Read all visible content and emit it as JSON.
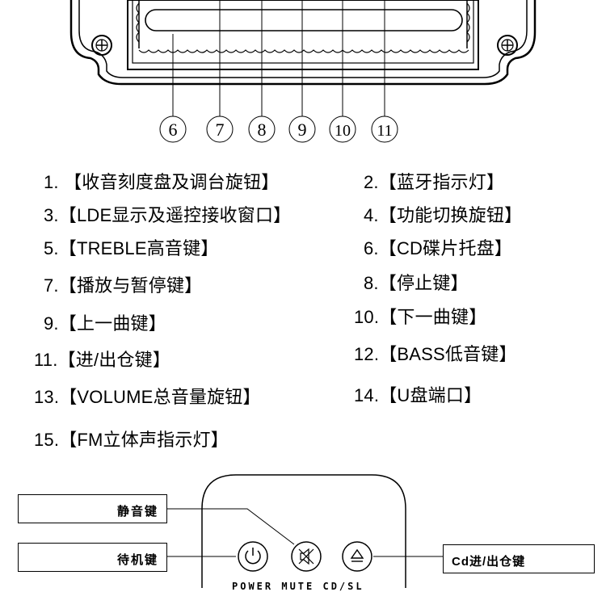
{
  "callout_numbers": [
    "6",
    "7",
    "8",
    "9",
    "10",
    "11"
  ],
  "legend": {
    "left": [
      {
        "num": "1.",
        "text": "【收音刻度盘及调台旋钮】"
      },
      {
        "num": "3.",
        "text": "【LDE显示及遥控接收窗口】"
      },
      {
        "num": "5.",
        "text": "【TREBLE高音键】"
      },
      {
        "num": "7.",
        "text": "【播放与暂停键】"
      },
      {
        "num": "9.",
        "text": "【上一曲键】"
      },
      {
        "num": "11.",
        "text": "【进/出仓键】"
      },
      {
        "num": "13.",
        "text": "【VOLUME总音量旋钮】"
      },
      {
        "num": "15.",
        "text": "【FM立体声指示灯】"
      }
    ],
    "right": [
      {
        "num": "2.",
        "text": "【蓝牙指示灯】"
      },
      {
        "num": "4.",
        "text": "【功能切换旋钮】"
      },
      {
        "num": "6.",
        "text": "【CD碟片托盘】"
      },
      {
        "num": "8.",
        "text": "【停止键】"
      },
      {
        "num": "10.",
        "text": "【下一曲键】"
      },
      {
        "num": "12.",
        "text": "【BASS低音键】"
      },
      {
        "num": "14.",
        "text": "【U盘端口】"
      }
    ]
  },
  "remote": {
    "mute_label": "静音键",
    "standby_label": "待机键",
    "eject_label": "Cd进/出仓键",
    "bottom_labels": "POWER  MUTE  CD/SL"
  }
}
